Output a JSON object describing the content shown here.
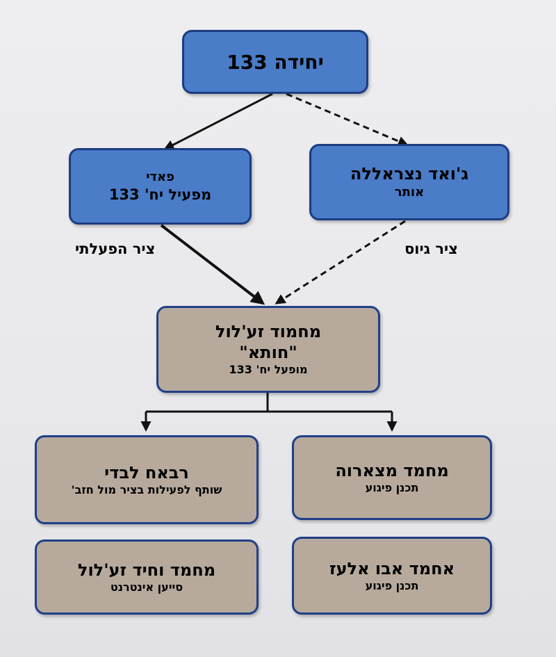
{
  "unit": {
    "title": "יחידה 133"
  },
  "fadi": {
    "name": "פאדי",
    "role": "מפעיל יח' 133"
  },
  "jawad": {
    "name": "ג'ואד נצראללה",
    "role": "אותר"
  },
  "links": {
    "operational": "ציר הפעלתי",
    "recruitment": "ציר גיוס"
  },
  "mahmoud": {
    "name": "מחמוד זע'לול",
    "nickname": "\"חותא\"",
    "role": "מופעל יח' 133"
  },
  "rabah": {
    "name": "רבאח לבדי",
    "role": "שותף לפעילות בציר מול חזב'"
  },
  "mahmad_masarwa": {
    "name": "מחמד מצארוה",
    "role": "תכנן פיגוע"
  },
  "mahmad_wahid": {
    "name": "מחמד וחיד זע'לול",
    "role": "סייען אינטרנט"
  },
  "ahmad": {
    "name": "אחמד אבו אלעז",
    "role": "תכנן פיגוע"
  },
  "colors": {
    "blue_box": "#4a7cc8",
    "brown_box": "#b7aa9c",
    "border": "#1e3f86"
  }
}
